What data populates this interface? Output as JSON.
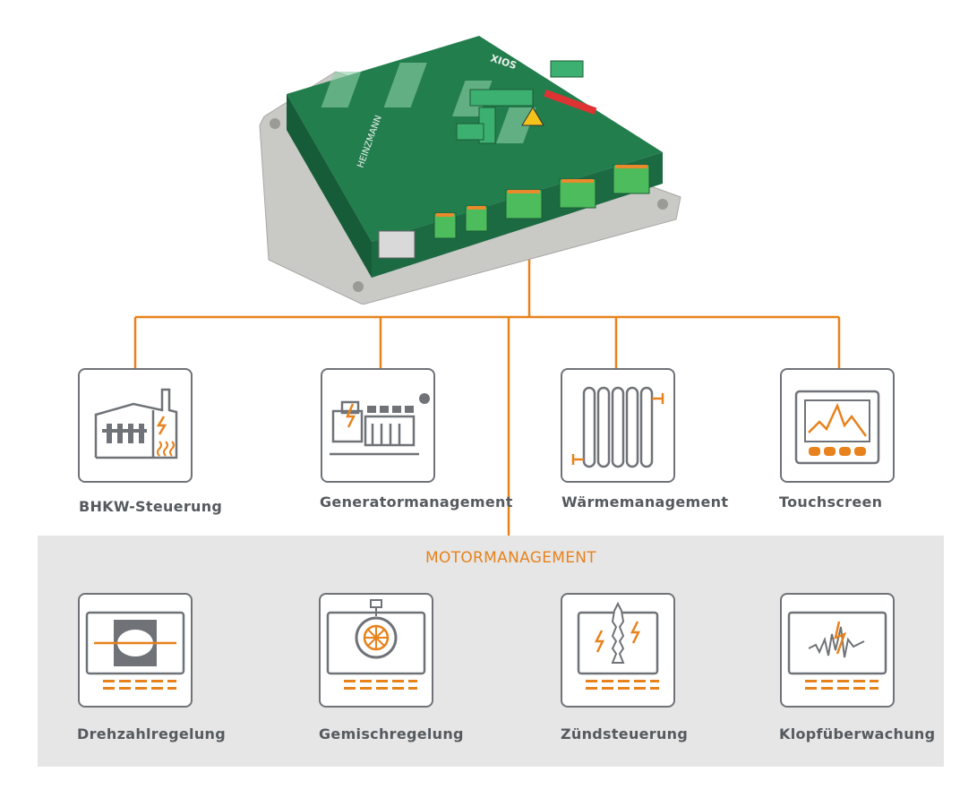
{
  "colors": {
    "accent": "#e8821c",
    "icon_gray": "#6f7378",
    "label_gray": "#555a5f",
    "panel_bg": "#e6e6e6",
    "board_green": "#1f7a4a"
  },
  "device": {
    "brand_text": "HEINZMANN",
    "model_text": "XIOS",
    "icon": "controller-board-photo"
  },
  "top_modules": [
    {
      "label": "BHKW-Steuerung",
      "icon": "chp-plant-icon"
    },
    {
      "label": "Generatormanagement",
      "icon": "generator-engine-icon"
    },
    {
      "label": "Wärmemanagement",
      "icon": "radiator-icon"
    },
    {
      "label": "Touchscreen",
      "icon": "touchscreen-icon"
    }
  ],
  "motor_section": {
    "title": "MOTORMANAGEMENT",
    "modules": [
      {
        "label": "Drehzahlregelung",
        "icon": "throttle-valve-icon"
      },
      {
        "label": "Gemischregelung",
        "icon": "mixer-icon"
      },
      {
        "label": "Zündsteuerung",
        "icon": "spark-plug-icon"
      },
      {
        "label": "Klopfüberwachung",
        "icon": "knock-signal-icon"
      }
    ]
  }
}
